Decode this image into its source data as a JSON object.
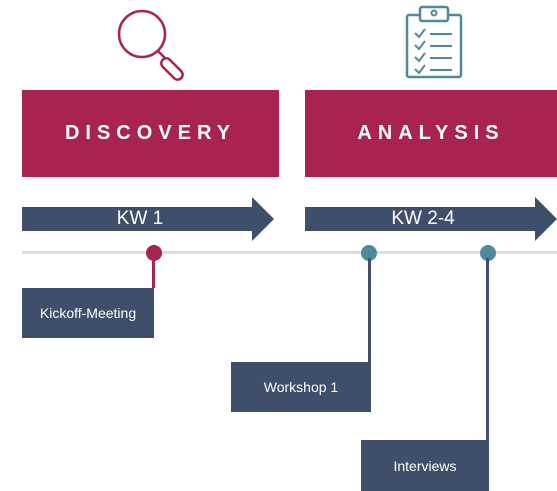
{
  "colors": {
    "phase": "#a8244e",
    "arrow": "#3f4f6b",
    "event_box": "#3f4f6b",
    "dot_discovery": "#a8244e",
    "dot_analysis": "#4f8a9a",
    "icon_discovery": "#a8244e",
    "icon_analysis": "#4f8a9a"
  },
  "icons": {
    "discovery": "magnifier-icon",
    "analysis": "clipboard-checklist-icon"
  },
  "phases": [
    {
      "title": "DISCOVERY",
      "period": "KW 1"
    },
    {
      "title": "ANALYSIS",
      "period": "KW 2-4"
    }
  ],
  "events": [
    {
      "label": "Kickoff-Meeting"
    },
    {
      "label": "Workshop 1"
    },
    {
      "label": "Interviews"
    }
  ]
}
